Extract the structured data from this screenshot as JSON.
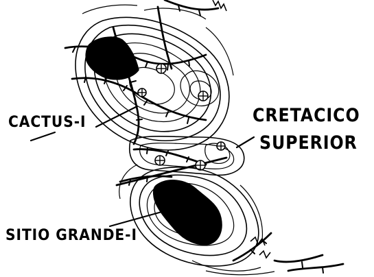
{
  "map": {
    "labels": {
      "field_north": "CACTUS-I",
      "formation_line1": "CRETACICO",
      "formation_line2": "SUPERIOR",
      "field_south": "SITIO GRANDE-I"
    },
    "colors": {
      "ink": "#000000",
      "background": "#ffffff"
    },
    "symbols": {
      "wells": "well-circle-cross-icon",
      "faults": "fault-line-hatched",
      "reservoir": "filled-reservoir-area"
    }
  }
}
